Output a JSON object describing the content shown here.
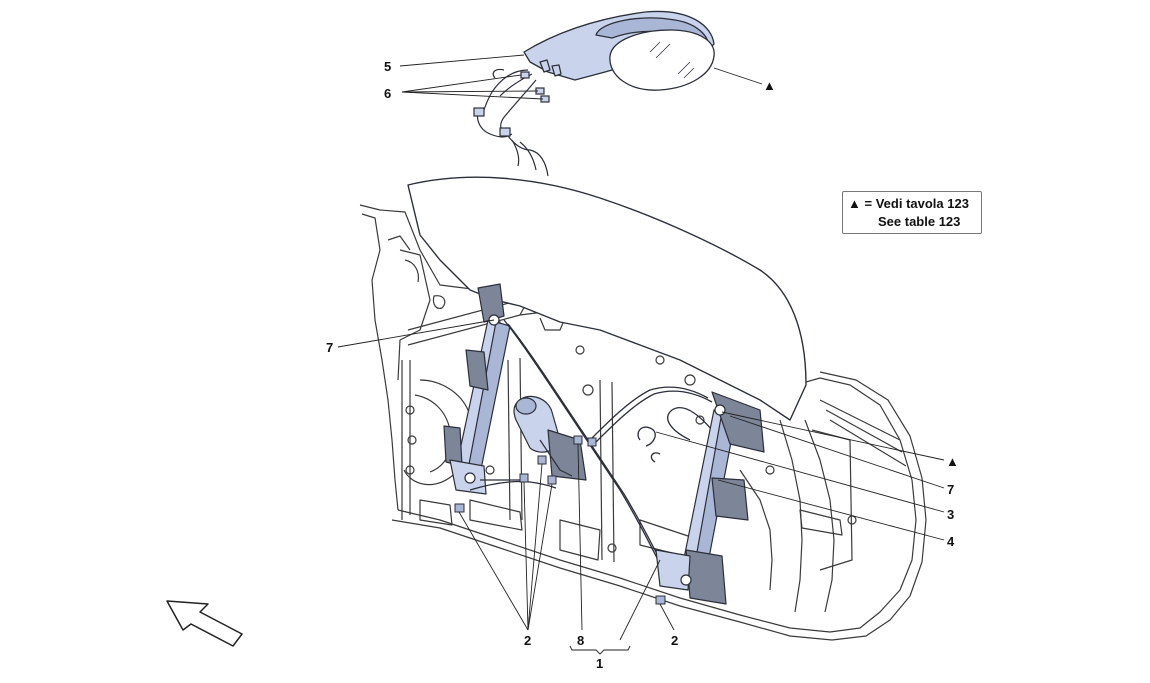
{
  "callouts": {
    "c5": "5",
    "c6": "6",
    "c7_left": "7",
    "c7_right": "7",
    "c3": "3",
    "c4": "4",
    "c2_left": "2",
    "c2_right": "2",
    "c8": "8",
    "c1": "1",
    "tri_mirror": "▲",
    "tri_right": "▲"
  },
  "legend": {
    "symbol": "▲",
    "equals": "=",
    "line1": "Vedi tavola 123",
    "line2": "See table 123"
  },
  "colors": {
    "part_fill": "#c9d3ec",
    "part_stroke": "#2b2f3a",
    "door_stroke": "#3a3a3a",
    "leader": "#222222"
  },
  "icons": {
    "direction_arrow": "outline-arrow-icon"
  }
}
